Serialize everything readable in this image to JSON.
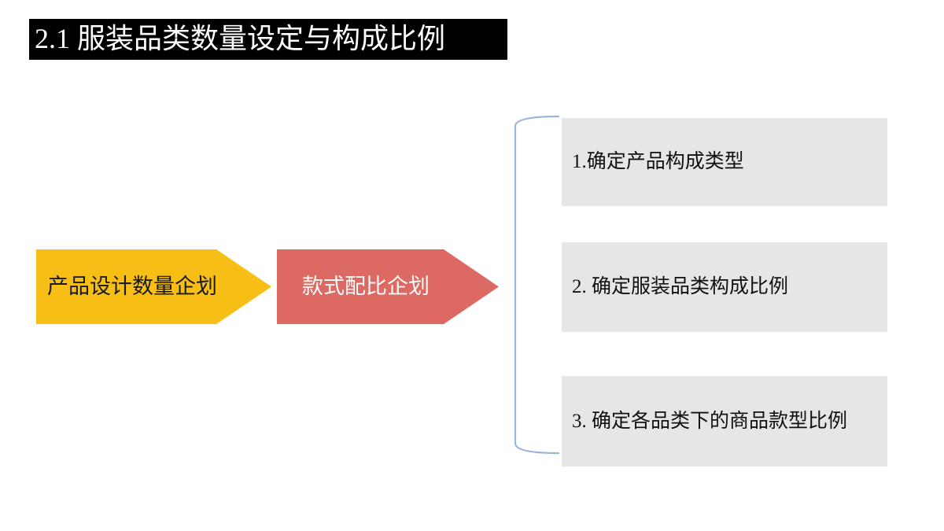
{
  "slide": {
    "title": "2.1 服装品类数量设定与构成比例",
    "background_color": "#FFFFFF"
  },
  "title_banner": {
    "text": "2.1 服装品类数量设定与构成比例",
    "background_color": "#000000",
    "text_color": "#FFFFFF"
  },
  "process": {
    "arrows": [
      {
        "label": "产品设计数量企划",
        "fill_color": "#F7BF16",
        "text_color": "#1A1A1A",
        "shape": "chevron-arrow-right"
      },
      {
        "label": "款式配比企划",
        "fill_color": "#DC6A62",
        "text_color": "#FAFAFA",
        "shape": "chevron-arrow-right"
      }
    ]
  },
  "bracket": {
    "shape": "left-curly-bracket",
    "stroke_color": "#9DB2DC"
  },
  "steps": {
    "box_fill_color": "#E6E6E6",
    "text_color": "#111111",
    "items": [
      {
        "label": "1.确定产品构成类型"
      },
      {
        "label": "2. 确定服装品类构成比例"
      },
      {
        "label": "3. 确定各品类下的商品款型比例"
      }
    ]
  }
}
